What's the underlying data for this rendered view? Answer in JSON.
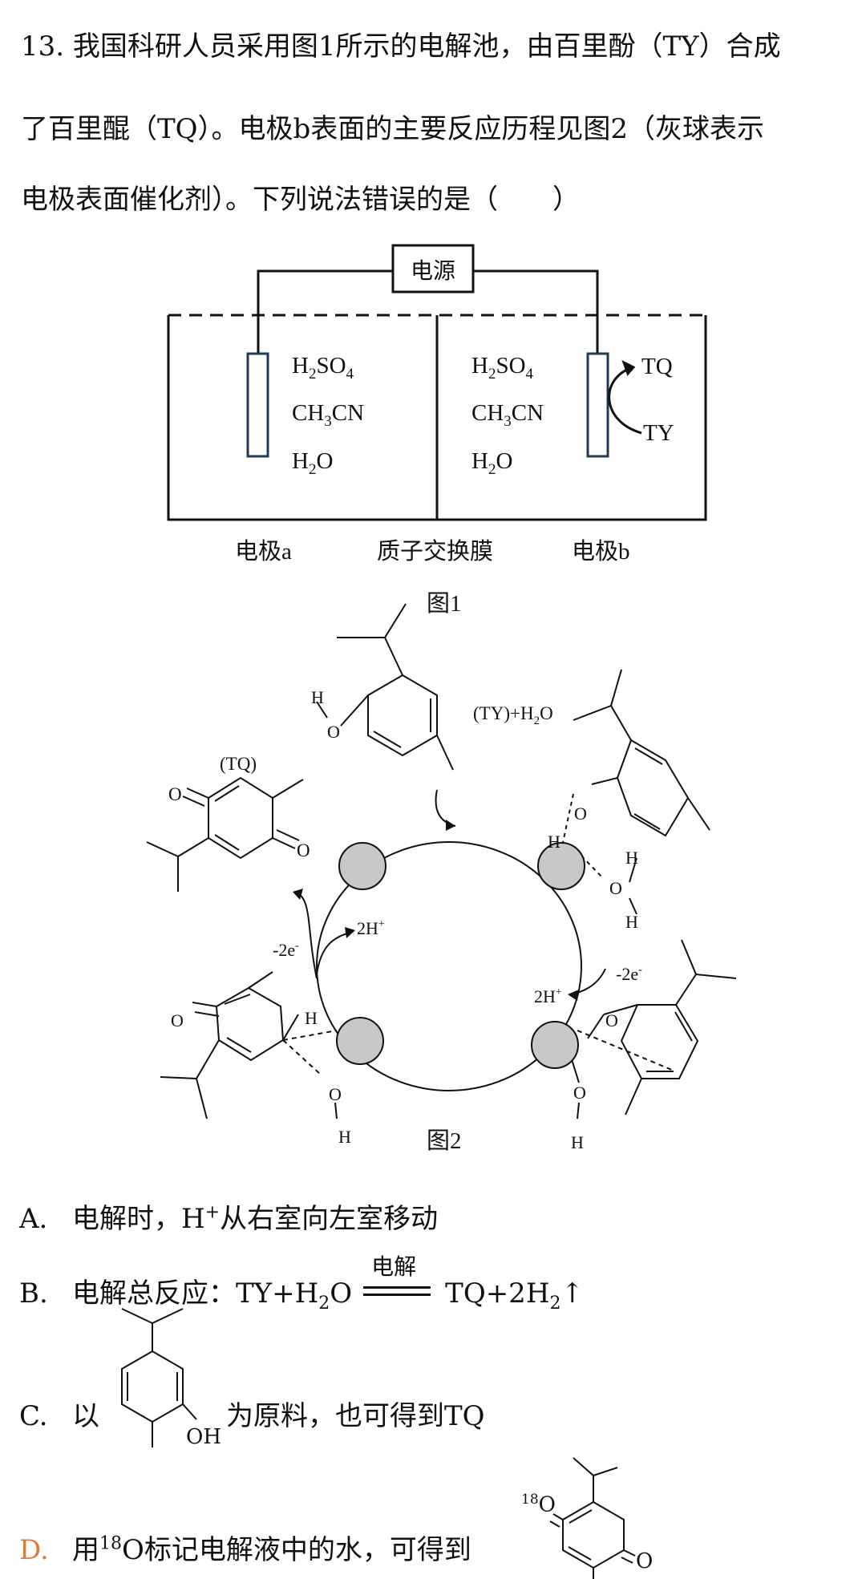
{
  "question": {
    "line1": "13. 我国科研人员采用图1所示的电解池，由百里酚（TY）合成",
    "line2": "了百里醌（TQ）。电极b表面的主要反应历程见图2（灰球表示",
    "line3": "电极表面催化剂）。下列说法错误的是（　　）"
  },
  "fig1": {
    "power_label": "电源",
    "left_chem": [
      "H",
      "2",
      "SO",
      "4",
      "CH",
      "3",
      "CN",
      "H",
      "2",
      "O"
    ],
    "tq": "TQ",
    "ty": "TY",
    "electrode_a": "电极a",
    "membrane": "质子交换膜",
    "electrode_b": "电极b",
    "caption": "图1"
  },
  "fig2": {
    "caption": "图2",
    "ty_label": "(TY)+H",
    "ty_sub": "2",
    "ty_o": "O",
    "tq_label": "(TQ)",
    "minus2e_left": "-2e",
    "minus2e_right": "-2e",
    "e_sup": "-",
    "two_h_plus": "2H",
    "h_plus_sup": "+",
    "o": "O",
    "h": "H"
  },
  "options": {
    "a_letter": "A.",
    "a_text1": "电解时，H",
    "a_sup": "+",
    "a_text2": "从右室向左室移动",
    "b_letter": "B.",
    "b_text1": "电解总反应：TY+H",
    "b_sub1": "2",
    "b_text2": "O",
    "b_condition": "电解",
    "b_text3": "TQ+2H",
    "b_sub2": "2",
    "b_arrow": "↑",
    "c_letter": "C.",
    "c_text1": "以",
    "c_oh": "OH",
    "c_text2": "为原料，也可得到TQ",
    "d_letter": "D.",
    "d_text1": "用",
    "d_sup": "18",
    "d_text2": "O标记电解液中的水，可得到",
    "d_iso_sup": "18",
    "d_iso_o": "O",
    "d_o": "O"
  },
  "colors": {
    "accent": "#e07b39",
    "electrode": "#1f3a5a",
    "catalyst": "#c8c8c8"
  }
}
